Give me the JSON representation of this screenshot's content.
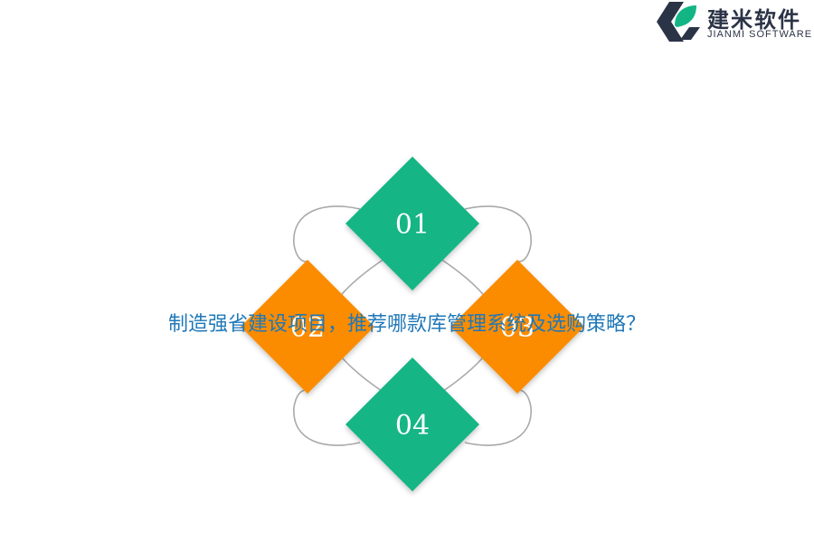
{
  "logo": {
    "brand_cn": "建米软件",
    "brand_en": "JIANMI SOFTWARE"
  },
  "diagram": {
    "items": [
      {
        "label": "01",
        "color": "#13b585"
      },
      {
        "label": "02",
        "color": "#fb8c00"
      },
      {
        "label": "03",
        "color": "#fb8c00"
      },
      {
        "label": "04",
        "color": "#13b585"
      }
    ],
    "loop_color": "#a9a9a9"
  },
  "title": "制造强省建设项目，推荐哪款库管理系统及选购策略？"
}
